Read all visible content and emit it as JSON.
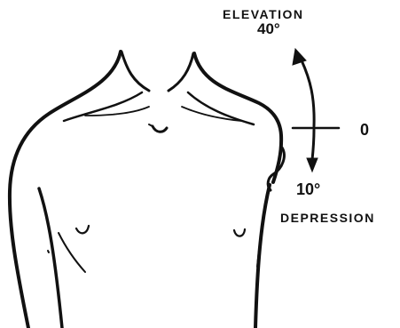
{
  "labels": {
    "elevation": "ELEVATION",
    "elevation_degrees": "40°",
    "neutral": "0",
    "depression_degrees": "10°",
    "depression": "DEPRESSION"
  },
  "colors": {
    "ink": "#111111",
    "background": "#ffffff"
  }
}
